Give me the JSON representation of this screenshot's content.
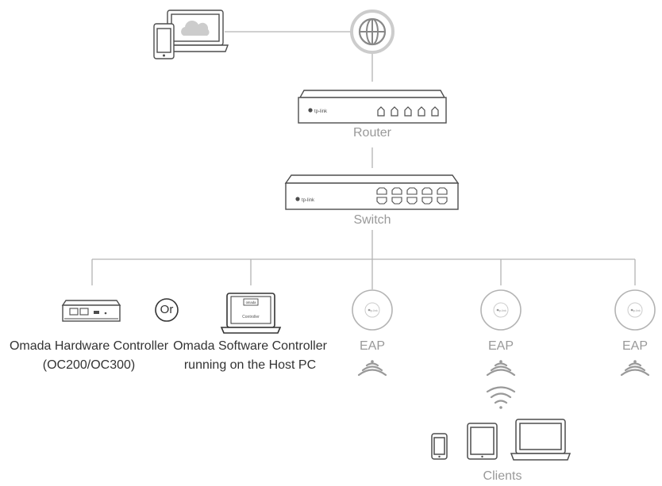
{
  "labels": {
    "router": "Router",
    "switch": "Switch",
    "hw_controller_line1": "Omada Hardware Controller",
    "hw_controller_line2": "(OC200/OC300)",
    "or": "Or",
    "sw_controller_line1": "Omada Software Controller",
    "sw_controller_line2": "running on the Host PC",
    "eap_1": "EAP",
    "eap_2": "EAP",
    "eap_3": "EAP",
    "clients": "Clients"
  },
  "device_marks": {
    "router_brand": "tp-link",
    "switch_brand": "tp-link",
    "laptop_screen_logo": "omada",
    "laptop_screen_caption": "Controller",
    "eap_1_logo": "tp-link",
    "eap_2_logo": "tp-link",
    "eap_3_logo": "tp-link"
  },
  "icons": [
    "management-devices-icon",
    "internet-globe-icon",
    "router-icon",
    "switch-icon",
    "hardware-controller-icon",
    "software-controller-laptop-icon",
    "eap-icon",
    "wifi-signal-icon",
    "clients-devices-icon"
  ],
  "colors": {
    "line": "#b3b3b3",
    "device_stroke": "#4d4d4d",
    "label_dark": "#333333",
    "label_grey": "#999999"
  }
}
